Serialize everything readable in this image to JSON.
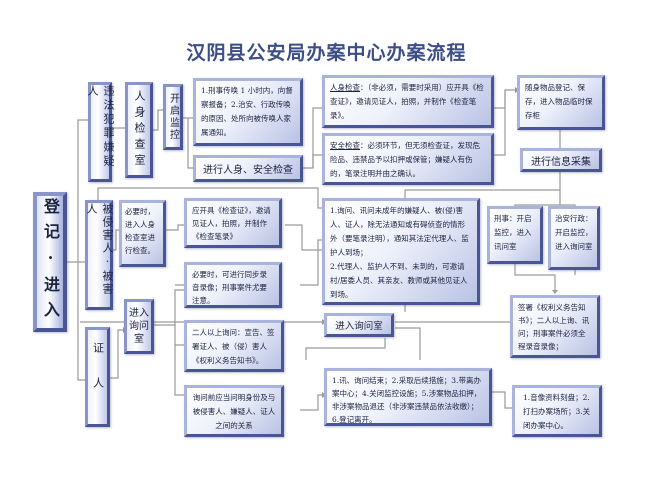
{
  "title": "汉阴县公安局办案中心办案流程",
  "colors": {
    "title": "#3d4e86",
    "box_border": "#8994c8",
    "box_shadow_edge": "#4a5596",
    "box_fill_light": "#ffffff",
    "box_fill_dark": "#b9c2e4",
    "connector": "#9a9a9a"
  },
  "left": {
    "register_enter": "登记·进入"
  },
  "column_people": {
    "suspect": "违法犯罪嫌疑人",
    "victim": "被侵害人·被害人",
    "witness": "证人"
  },
  "column_rooms": {
    "body_check_room": "人身检查室",
    "victim_note": "必要时，进入人身检查室进行检查。",
    "enter_interview_room": "进入询问室"
  },
  "start_monitor": "开启监控",
  "boxes": {
    "summons_note": "1.刑事传唤 1 小时内，向督察报备；2.治安、行政传唤的原因、处所向被传唤人家属通知。",
    "body_safety_check": "进行人身、安全检查",
    "body_check_label": "人身检查",
    "body_check_text": "：（非必须，需要时采用）应开具《检查证》，邀请见证人，拍照，并制作《检查笔录》。",
    "safety_check_label": "安全检查",
    "safety_check_text": "：必须环节，但无须检查证，发现危险品、违禁品予以扣押或保管；嫌疑人有伤的，笔录注明并由之确认。",
    "belongings": "随身物品登记、保存，进入物品临时保存柜",
    "info_collection": "进行信息采集",
    "victim_exam": "应开具《检查证》，邀请见证人，拍照，并制作《检查笔录》",
    "av_record": "必要时，可进行同步录音录像；刑事案件尤要注意。",
    "minor_interview": "1.询问、讯问未成年的嫌疑人、被(侵)害人、证人，除无法通知或有碍侦查的情形外（要笔录注明），通知其法定代理人、监护人到场；\n2.代理人、监护人不到、未到的，可邀请村/居委人员、其亲友、教师或其他见证人到场。",
    "criminal_monitor": "刑事：开启监控，进入讯问室",
    "admin_monitor": "治安行政：开启监控，进入询问室",
    "sign_rights": "签署《权利义务告知书》；二人以上询、讯问；刑事案件必须全程录音录像；",
    "enter_interview_room_center": "进入询问室",
    "two_people_inquiry": "二人以上询问：宣告、签署证人、被（侵）害人《权利义务告知书》。",
    "identity_relation": "询问前应当问明身份及与被侵害人、嫌疑人、证人之间的关系",
    "finish": "1.讯、询问结束；2.采取后续措施；3.带离办案中心；4.关闭监控设施；5.涉案物品扣押，非涉案物品退还（非涉案违禁品依法收缴）；6.登记离开。",
    "closing": "1.音像资料刻盘；2.打扫办案场所；3.关闭办案中心。"
  }
}
